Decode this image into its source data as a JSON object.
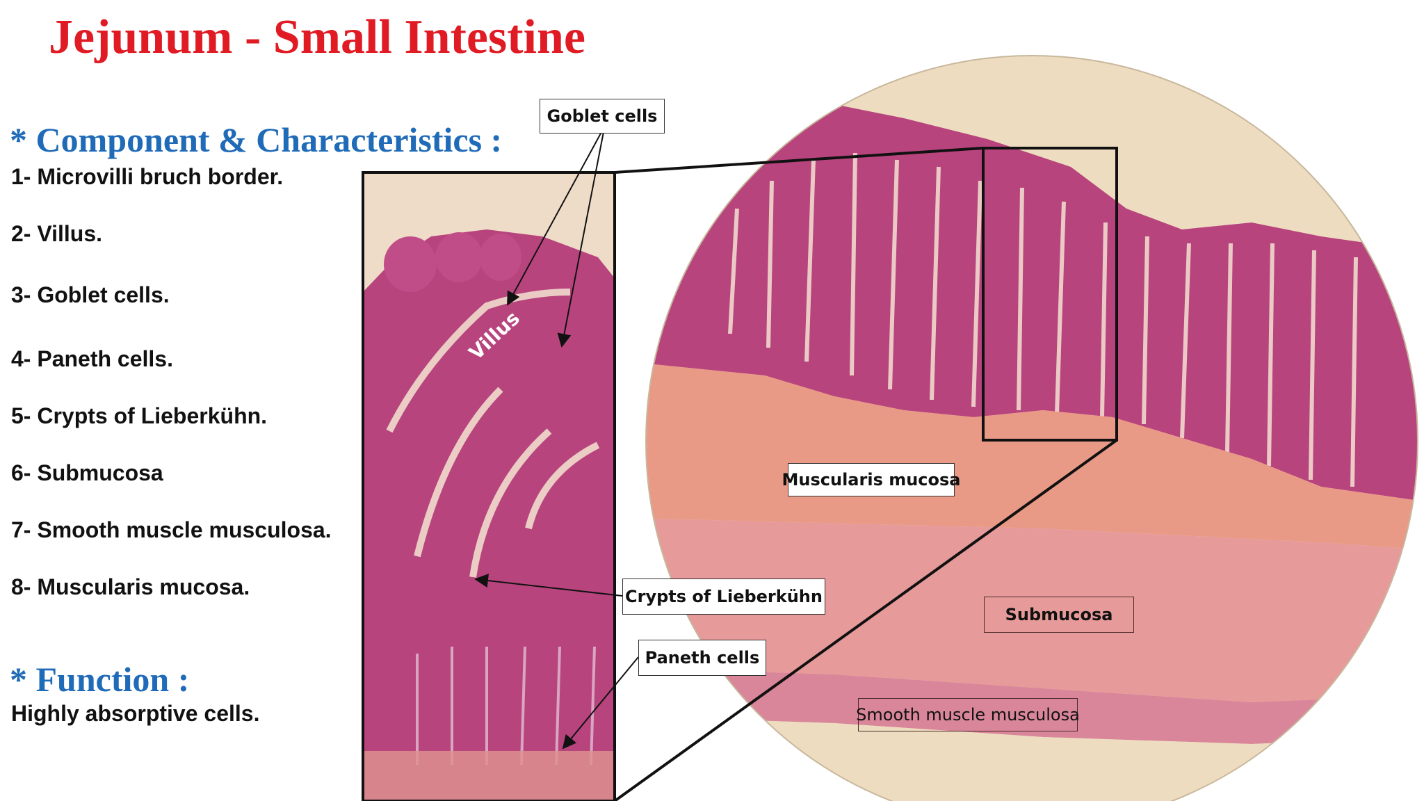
{
  "title": "Jejunum - Small Intestine",
  "components": {
    "heading": "* Component & Characteristics :",
    "items": [
      "1- Microvilli bruch border.",
      "2- Villus.",
      "3- Goblet cells.",
      "4- Paneth cells.",
      "5- Crypts of Lieberkühn.",
      "6- Submucosa",
      "7- Smooth muscle musculosa.",
      "8- Muscularis mucosa."
    ]
  },
  "function": {
    "heading": "* Function :",
    "text": "Highly absorptive cells."
  },
  "labels": {
    "goblet_cells": "Goblet cells",
    "villus": "Villus",
    "crypts": "Crypts of Lieberkühn",
    "paneth_cells": "Paneth cells",
    "muscularis_mucosa": "Muscularis mucosa",
    "submucosa": "Submucosa",
    "smooth_muscle": "Smooth muscle musculosa"
  },
  "colors": {
    "title": "#e01b24",
    "heading": "#1f6bb8",
    "tissue_mucosa": "#b8447e",
    "tissue_submucosa": "#e79a9a",
    "field_background": "#eedcc0"
  }
}
